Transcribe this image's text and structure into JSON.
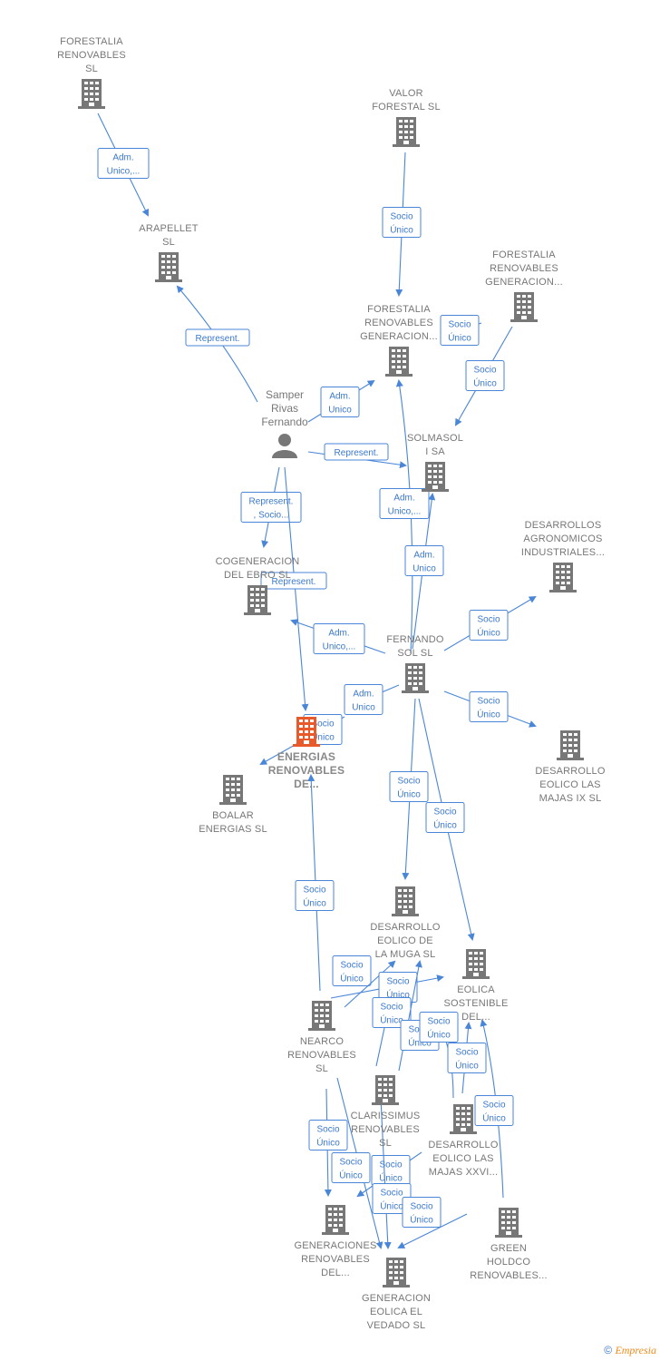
{
  "colors": {
    "edge": "#4a86d8",
    "icon": "#777777",
    "focus": "#e8592b"
  },
  "nodes": [
    {
      "id": "forestalia_rs",
      "type": "company",
      "label": [
        "FORESTALIA",
        "RENOVABLES",
        "SL"
      ],
      "label_pos": "above"
    },
    {
      "id": "arapellet",
      "type": "company",
      "label": [
        "ARAPELLET",
        "SL"
      ],
      "label_pos": "above"
    },
    {
      "id": "valor_forestal",
      "type": "company",
      "label": [
        "VALOR",
        "FORESTAL SL"
      ],
      "label_pos": "above"
    },
    {
      "id": "forestalia_rg_top",
      "type": "company",
      "label": [
        "FORESTALIA",
        "RENOVABLES",
        "GENERACION..."
      ],
      "label_pos": "above"
    },
    {
      "id": "forestalia_rg_mid",
      "type": "company",
      "label": [
        "FORESTALIA",
        "RENOVABLES",
        "GENERACION..."
      ],
      "label_pos": "above"
    },
    {
      "id": "samper",
      "type": "person",
      "label": [
        "Samper",
        "Rivas",
        "Fernando"
      ],
      "label_pos": "above"
    },
    {
      "id": "solmasol",
      "type": "company",
      "label": [
        "SOLMASOL",
        "I SA"
      ],
      "label_pos": "above"
    },
    {
      "id": "desarrollos_agro",
      "type": "company",
      "label": [
        "DESARROLLOS",
        "AGRONOMICOS",
        "INDUSTRIALES..."
      ],
      "label_pos": "above"
    },
    {
      "id": "cogeneracion",
      "type": "company",
      "label": [
        "COGENERACION",
        "DEL EBRO  SL"
      ],
      "label_pos": "above"
    },
    {
      "id": "fernando_sol",
      "type": "company",
      "label": [
        "FERNANDO",
        "SOL SL"
      ],
      "label_pos": "above"
    },
    {
      "id": "energias_renovables",
      "type": "company",
      "focus": true,
      "label": [
        "ENERGIAS",
        "RENOVABLES",
        "DE..."
      ],
      "label_pos": "below"
    },
    {
      "id": "boalar",
      "type": "company",
      "label": [
        "BOALAR",
        "ENERGIAS  SL"
      ],
      "label_pos": "below"
    },
    {
      "id": "des_majas_ix",
      "type": "company",
      "label": [
        "DESARROLLO",
        "EOLICO LAS",
        "MAJAS IX  SL"
      ],
      "label_pos": "below"
    },
    {
      "id": "des_muga",
      "type": "company",
      "label": [
        "DESARROLLO",
        "EOLICO DE",
        "LA MUGA SL"
      ],
      "label_pos": "below"
    },
    {
      "id": "eolica_sostenible",
      "type": "company",
      "label": [
        "EOLICA",
        "SOSTENIBLE",
        "DEL..."
      ],
      "label_pos": "below"
    },
    {
      "id": "nearco",
      "type": "company",
      "label": [
        "NEARCO",
        "RENOVABLES",
        "SL"
      ],
      "label_pos": "below"
    },
    {
      "id": "clarissimus",
      "type": "company",
      "label": [
        "CLARISSIMUS",
        "RENOVABLES",
        "SL"
      ],
      "label_pos": "below"
    },
    {
      "id": "des_majas_xxvi",
      "type": "company",
      "label": [
        "DESARROLLO",
        "EOLICO LAS",
        "MAJAS XXVI..."
      ],
      "label_pos": "below"
    },
    {
      "id": "generaciones_renovables",
      "type": "company",
      "label": [
        "GENERACIONES",
        "RENOVABLES",
        "DEL..."
      ],
      "label_pos": "below"
    },
    {
      "id": "green_holdco",
      "type": "company",
      "label": [
        "GREEN",
        "HOLDCO",
        "RENOVABLES..."
      ],
      "label_pos": "below"
    },
    {
      "id": "generacion_vedado",
      "type": "company",
      "label": [
        "GENERACION",
        "EOLICA EL",
        "VEDADO SL"
      ],
      "label_pos": "below"
    }
  ],
  "edges": [
    {
      "label": [
        "Adm.",
        "Unico,..."
      ]
    },
    {
      "label": [
        "Socio",
        "Único"
      ]
    },
    {
      "label": [
        "Represent."
      ]
    },
    {
      "label": [
        "Socio",
        "Único"
      ]
    },
    {
      "label": [
        "Adm.",
        "Unico"
      ]
    },
    {
      "label": [
        "Socio",
        "Único"
      ]
    },
    {
      "label": [
        "Represent."
      ]
    },
    {
      "label": [
        "Adm.",
        "Unico,..."
      ]
    },
    {
      "label": [
        "Represent.",
        ", Socio..."
      ]
    },
    {
      "label": [
        "Adm.",
        "Unico"
      ]
    },
    {
      "label": [
        "Represent."
      ]
    },
    {
      "label": [
        "Socio",
        "Único"
      ]
    },
    {
      "label": [
        "Adm.",
        "Unico,..."
      ]
    },
    {
      "label": [
        "Adm.",
        "Unico"
      ]
    },
    {
      "label": [
        "Socio",
        "Único"
      ]
    },
    {
      "label": [
        "Socio",
        "Único"
      ]
    },
    {
      "label": [
        "Socio",
        "Único"
      ]
    },
    {
      "label": [
        "Socio",
        "Único"
      ]
    },
    {
      "label": [
        "Socio",
        "Único"
      ]
    },
    {
      "label": [
        "Socio",
        "Único"
      ]
    },
    {
      "label": [
        "Socio",
        "Único"
      ]
    },
    {
      "label": [
        "Socio",
        "Único"
      ]
    },
    {
      "label": [
        "Socio",
        "Único"
      ]
    },
    {
      "label": [
        "Socio",
        "Único"
      ]
    },
    {
      "label": [
        "Socio",
        "Único"
      ]
    },
    {
      "label": [
        "Socio",
        "Único"
      ]
    },
    {
      "label": [
        "Socio",
        "Único"
      ]
    },
    {
      "label": [
        "Socio",
        "Único"
      ]
    },
    {
      "label": [
        "Socio",
        "Único"
      ]
    },
    {
      "label": [
        "Socio",
        "Único"
      ]
    },
    {
      "label": [
        "Socio",
        "Único"
      ]
    }
  ],
  "footer": {
    "copyright_symbol": "©",
    "brand": "Empresia"
  }
}
